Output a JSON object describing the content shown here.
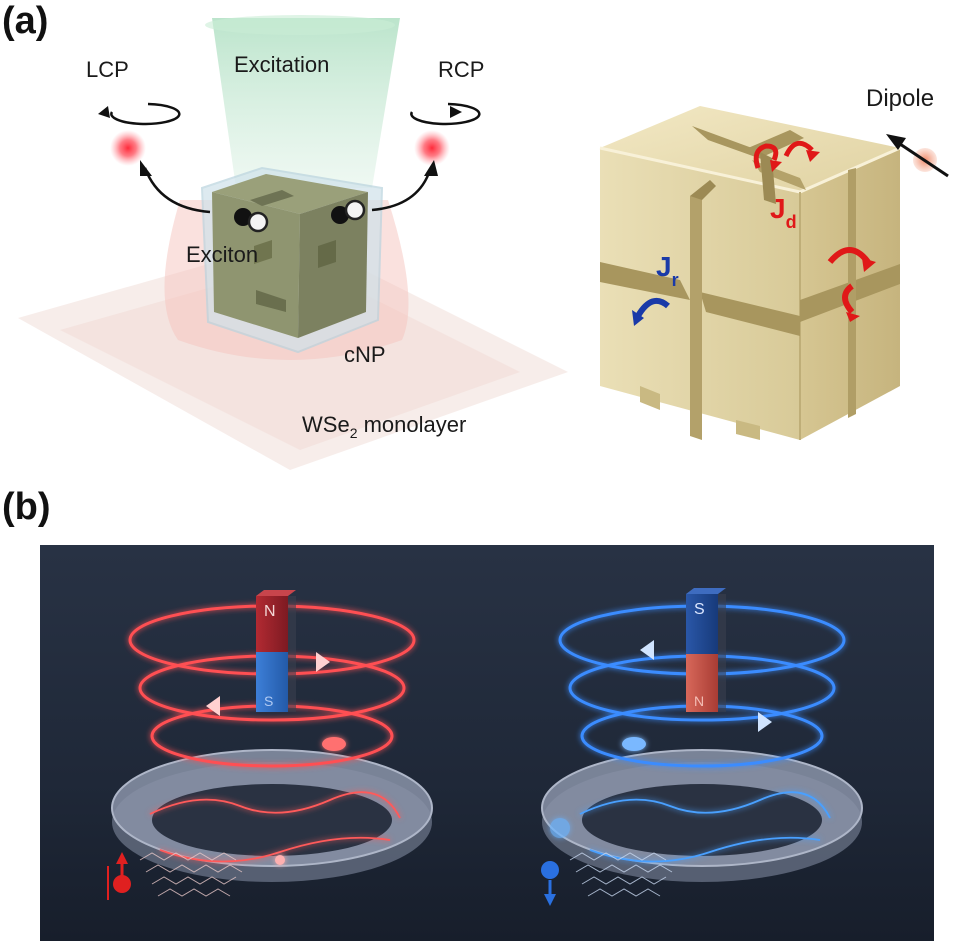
{
  "panel_a": {
    "label": "(a)",
    "left": {
      "lcp": "LCP",
      "excitation": "Excitation",
      "rcp": "RCP",
      "exciton": "Exciton",
      "cnp": "cNP",
      "substrate_main": "WSe",
      "substrate_sub": "2",
      "substrate_tail": " monolayer"
    },
    "right": {
      "dipole": "Dipole",
      "jd_main": "J",
      "jd_sub": "d",
      "jr_main": "J",
      "jr_sub": "r"
    }
  },
  "panel_b": {
    "label": "(b)",
    "left_magnet": {
      "top_pole": "N",
      "bottom_pole": "S"
    },
    "right_magnet": {
      "top_pole": "S",
      "bottom_pole": "N"
    }
  },
  "colors": {
    "red_arrow": "#e01818",
    "blue_arrow": "#1a3aa8",
    "cube": "#e8dcb0",
    "cube_dark": "#cbbd8a",
    "dark_bg": "#1c2435"
  }
}
